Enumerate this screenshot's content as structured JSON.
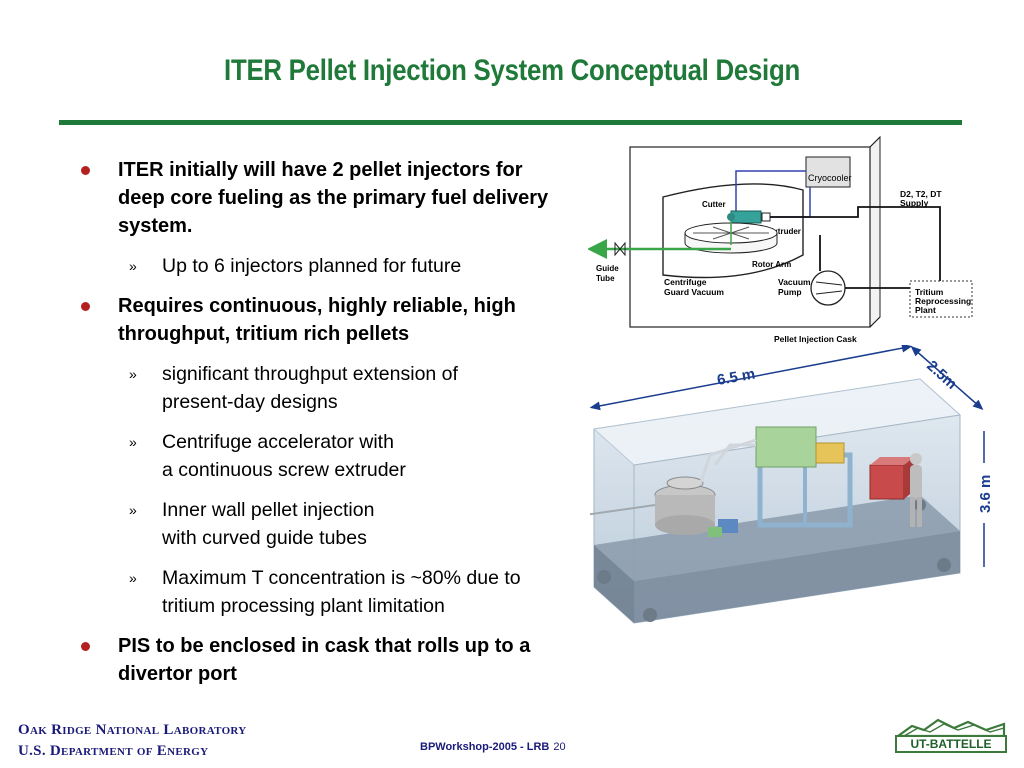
{
  "title": "ITER Pellet Injection System Conceptual Design",
  "bullets": [
    {
      "text": "ITER  initially will have 2 pellet injectors for deep core fueling as the primary fuel delivery system.",
      "subs": [
        "Up to 6 injectors planned for future"
      ]
    },
    {
      "text": "Requires continuous, highly reliable, high throughput, tritium rich pellets",
      "subs": [
        "significant throughput extension of\npresent-day designs",
        "Centrifuge accelerator with\na continuous screw extruder",
        "Inner wall pellet injection\nwith curved guide tubes",
        "Maximum T concentration is ~80% due to tritium processing plant limitation"
      ]
    },
    {
      "text": "PIS to be enclosed in cask that rolls up to a divertor port",
      "subs": []
    }
  ],
  "diagram": {
    "cryocooler": "Cryocooler",
    "cutter": "Cutter",
    "extruder": "Extruder",
    "rotor_arm": "Rotor Arm",
    "guide_tube": [
      "Guide",
      "Tube"
    ],
    "centrifuge": [
      "Centrifuge",
      "Guard Vacuum"
    ],
    "vacuum_pump": [
      "Vacuum",
      "Pump"
    ],
    "supply": [
      "D2, T2, DT",
      "Supply"
    ],
    "tritium": [
      "Tritium",
      "Reprocessing",
      "Plant"
    ],
    "cask_label": "Pellet Injection Cask"
  },
  "dimensions": {
    "length": "6.5 m",
    "width": "2.5m",
    "height": "3.6 m"
  },
  "footer": {
    "lab": "Oak Ridge National Laboratory",
    "doe": "U.S. Department of Energy",
    "workshop": "BPWorkshop-2005  - LRB",
    "page": "20",
    "logo": "UT-BATTELLE"
  },
  "colors": {
    "title_green": "#1f7a3a",
    "bullet_red": "#b32020",
    "dim_blue": "#1a3d8f",
    "footer_navy": "#1a1a7a"
  }
}
